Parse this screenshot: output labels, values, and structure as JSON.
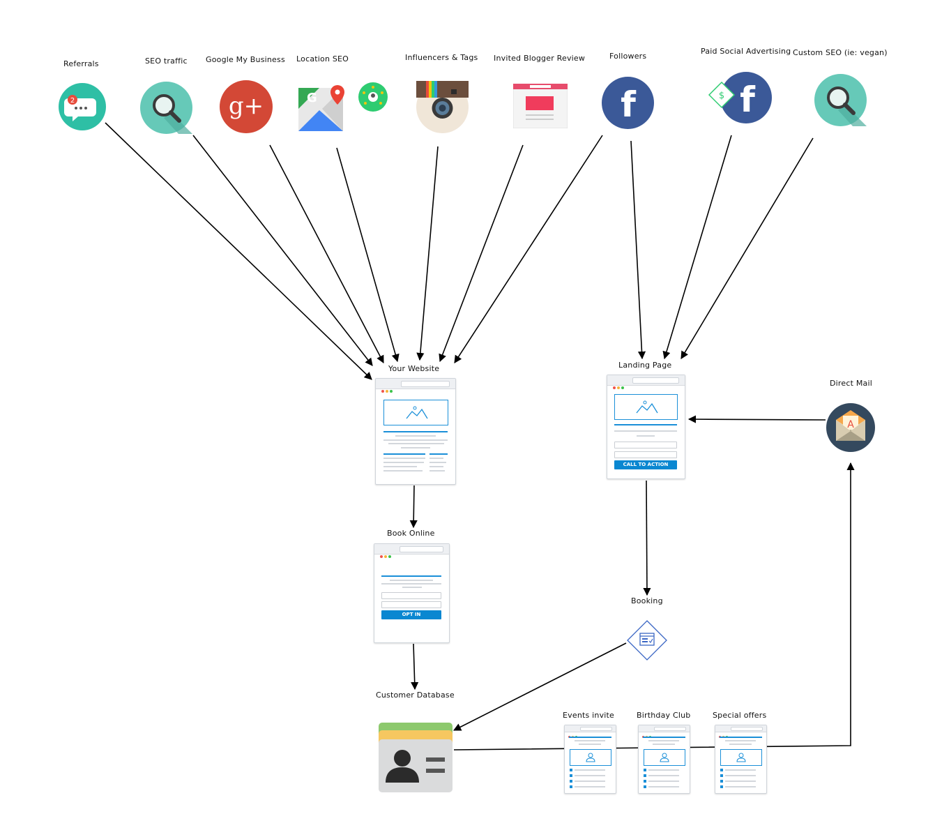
{
  "sources": {
    "referrals": "Referrals",
    "seo_traffic": "SEO traffic",
    "google_my_business": "Google My Business",
    "location_seo": "Location SEO",
    "influencers_tags": "Influencers & Tags",
    "invited_blogger_review": "Invited Blogger Review",
    "followers": "Followers",
    "paid_social_advertising": "Paid Social Advertising",
    "custom_seo": "Custom SEO (ie: vegan)"
  },
  "funnel": {
    "your_website": "Your Website",
    "landing_page": "Landing Page",
    "landing_page_button": "CALL TO ACTION",
    "direct_mail": "Direct Mail",
    "book_online": "Book Online",
    "book_online_button": "OPT IN",
    "booking": "Booking",
    "customer_database": "Customer Database"
  },
  "campaigns": {
    "events_invite": "Events invite",
    "birthday_club": "Birthday Club",
    "special_offers": "Special offers"
  },
  "badges": {
    "referral_count": "2",
    "paid_symbol": "$",
    "facebook_letter": "f",
    "gplus_text": "g+",
    "mail_letter": "A"
  },
  "colors": {
    "teal": "#2ebfa5",
    "seo_teal": "#66c9b8",
    "gplus_red": "#d34836",
    "facebook_blue": "#3b5998",
    "link_blue": "#0a87d1",
    "mail_navy": "#34495e"
  }
}
